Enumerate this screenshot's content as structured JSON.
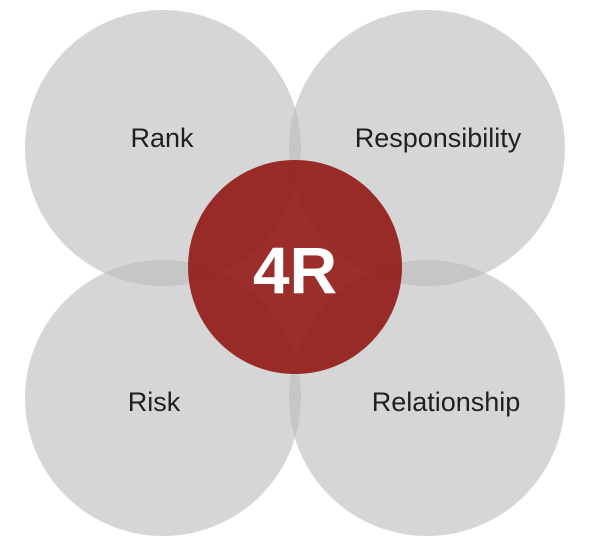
{
  "diagram": {
    "center": {
      "label": "4R",
      "color": "#931d1b"
    },
    "circles": [
      {
        "label": "Rank"
      },
      {
        "label": "Responsibility"
      },
      {
        "label": "Risk"
      },
      {
        "label": "Relationship"
      }
    ],
    "colors": {
      "circle_fill": "#bdbdbd",
      "label_text": "#1f1f1f",
      "center_text": "#ffffff"
    }
  }
}
